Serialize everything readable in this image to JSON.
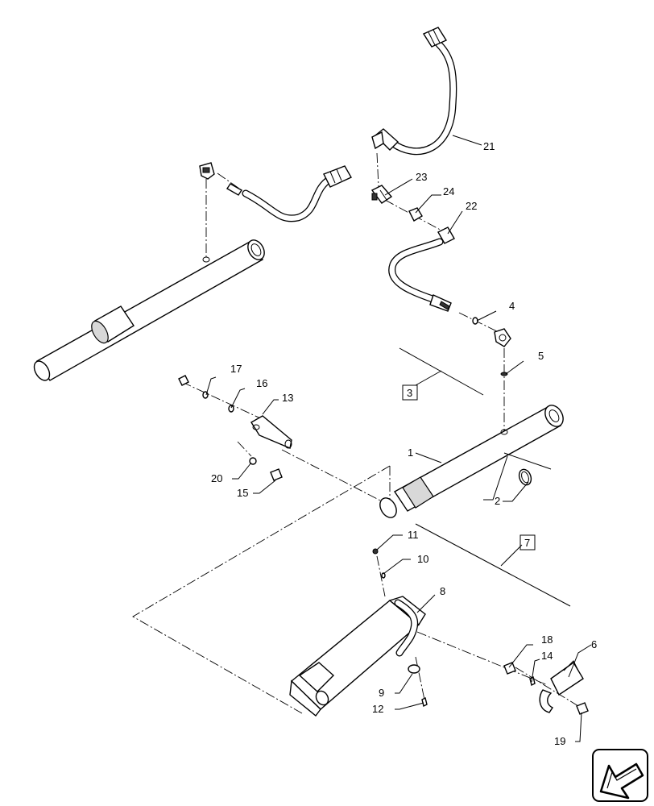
{
  "labels": {
    "l1": "1",
    "l2": "2",
    "l4": "4",
    "l5": "5",
    "l6": "6",
    "l8": "8",
    "l9": "9",
    "l10": "10",
    "l11": "11",
    "l12": "12",
    "l13": "13",
    "l14": "14",
    "l15": "15",
    "l16": "16",
    "l17": "17",
    "l18": "18",
    "l19": "19",
    "l20": "20",
    "l21": "21",
    "l22": "22",
    "l23": "23",
    "l24": "24"
  },
  "boxed_labels": {
    "b3": "3",
    "b7": "7"
  },
  "icons": {
    "corner_arrow": "arrow-icon"
  }
}
